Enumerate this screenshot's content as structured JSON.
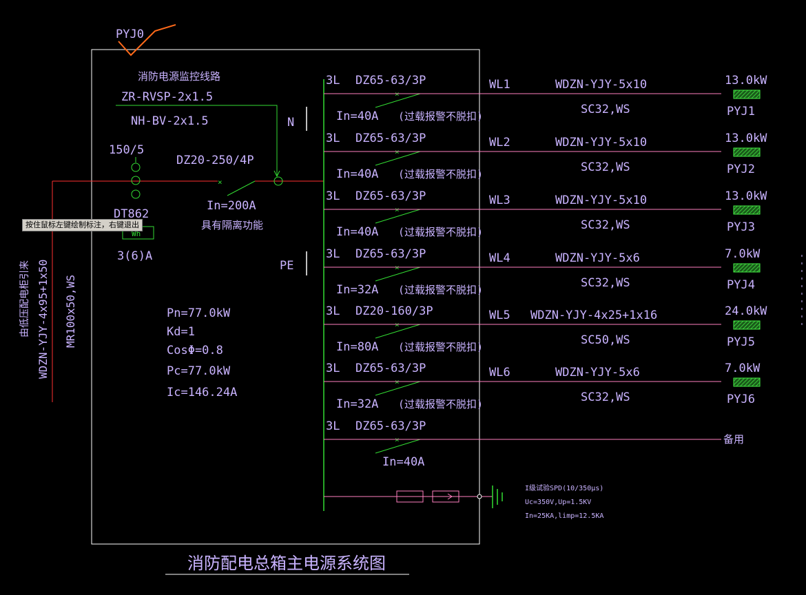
{
  "colors": {
    "background": "#000000",
    "frame": "#ffffff",
    "text": "#c9b3ff",
    "text_white": "#e6e6ff",
    "feeder_line": "#ff7fc0",
    "green": "#33dd33",
    "red": "#ff3030",
    "orange": "#ff6a1a"
  },
  "top_label": "PYJ0",
  "monitor": {
    "title": "消防电源监控线路",
    "cable1": "ZR-RVSP-2x1.5",
    "cable2": "NH-BV-2x1.5"
  },
  "n_label": "N",
  "pe_label": "PE",
  "meter": {
    "ct_ratio": "150/5",
    "model": "DT862",
    "symbol": "Wh",
    "rating": "3(6)A"
  },
  "main_breaker": {
    "model": "DZ20-250/4P",
    "current": "In=200A",
    "note": "具有隔离功能"
  },
  "incoming": {
    "source": "由低压配电柜引来",
    "cable": "WDZN-YJY-4x95+1x50",
    "conduit": "MR100x50,WS"
  },
  "load_calc": {
    "pn": "Pn=77.0kW",
    "kd": "Kd=1",
    "cos": "CosΦ=0.8",
    "pc": "Pc=77.0kW",
    "ic": "Ic=146.24A"
  },
  "tooltip": "按住鼠标左键绘制标注，右键退出",
  "circuits": [
    {
      "phase": "3L",
      "breaker": "DZ65-63/3P",
      "current": "In=40A",
      "note": "(过载报警不脱扣)",
      "circuit": "WL1",
      "cable": "WDZN-YJY-5x10",
      "conduit": "SC32,WS",
      "power": "13.0kW",
      "load": "PYJ1"
    },
    {
      "phase": "3L",
      "breaker": "DZ65-63/3P",
      "current": "In=40A",
      "note": "(过载报警不脱扣)",
      "circuit": "WL2",
      "cable": "WDZN-YJY-5x10",
      "conduit": "SC32,WS",
      "power": "13.0kW",
      "load": "PYJ2"
    },
    {
      "phase": "3L",
      "breaker": "DZ65-63/3P",
      "current": "In=40A",
      "note": "(过载报警不脱扣)",
      "circuit": "WL3",
      "cable": "WDZN-YJY-5x10",
      "conduit": "SC32,WS",
      "power": "13.0kW",
      "load": "PYJ3"
    },
    {
      "phase": "3L",
      "breaker": "DZ65-63/3P",
      "current": "In=32A",
      "note": "(过载报警不脱扣)",
      "circuit": "WL4",
      "cable": "WDZN-YJY-5x6",
      "conduit": "SC32,WS",
      "power": "7.0kW",
      "load": "PYJ4"
    },
    {
      "phase": "3L",
      "breaker": "DZ20-160/3P",
      "current": "In=80A",
      "note": "(过载报警不脱扣)",
      "circuit": "WL5",
      "cable": "WDZN-YJY-4x25+1x16",
      "conduit": "SC50,WS",
      "power": "24.0kW",
      "load": "PYJ5"
    },
    {
      "phase": "3L",
      "breaker": "DZ65-63/3P",
      "current": "In=32A",
      "note": "(过载报警不脱扣)",
      "circuit": "WL6",
      "cable": "WDZN-YJY-5x6",
      "conduit": "SC32,WS",
      "power": "7.0kW",
      "load": "PYJ6"
    }
  ],
  "spare": {
    "phase": "3L",
    "breaker": "DZ65-63/3P",
    "current": "In=40A",
    "label": "备用"
  },
  "spd": {
    "line1": "I级试验SPD(10/350μs)",
    "line2": "Uc=350V,Up=1.5KV",
    "line3": "In=25KA,limp=12.5KA"
  },
  "diagram_title": "消防配电总箱主电源系统图"
}
